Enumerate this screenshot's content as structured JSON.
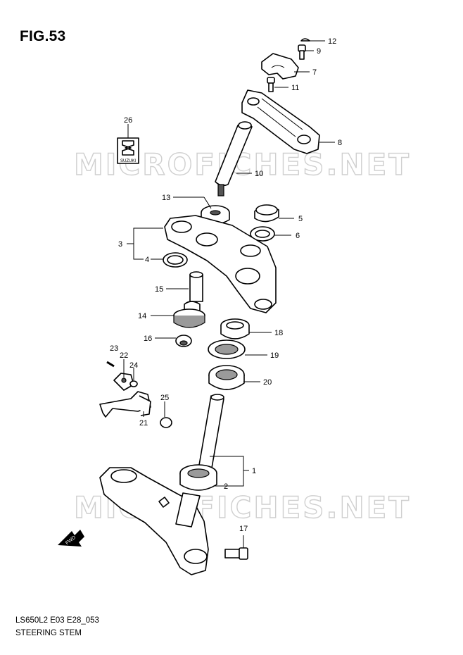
{
  "figure": {
    "title": "FIG.53",
    "model_code": "LS650L2 E03 E28_053",
    "name": "STEERING STEM"
  },
  "watermark": {
    "text": "MICROFICHES.NET"
  },
  "logo": {
    "text": "SUZUKI"
  },
  "fwd_arrow": {
    "text": "FWD"
  },
  "callouts": [
    {
      "number": "1"
    },
    {
      "number": "2"
    },
    {
      "number": "3"
    },
    {
      "number": "4"
    },
    {
      "number": "5"
    },
    {
      "number": "6"
    },
    {
      "number": "7"
    },
    {
      "number": "8"
    },
    {
      "number": "9"
    },
    {
      "number": "10"
    },
    {
      "number": "11"
    },
    {
      "number": "12"
    },
    {
      "number": "13"
    },
    {
      "number": "14"
    },
    {
      "number": "15"
    },
    {
      "number": "16"
    },
    {
      "number": "17"
    },
    {
      "number": "18"
    },
    {
      "number": "19"
    },
    {
      "number": "20"
    },
    {
      "number": "21"
    },
    {
      "number": "22"
    },
    {
      "number": "23"
    },
    {
      "number": "24"
    },
    {
      "number": "25"
    },
    {
      "number": "26"
    }
  ]
}
